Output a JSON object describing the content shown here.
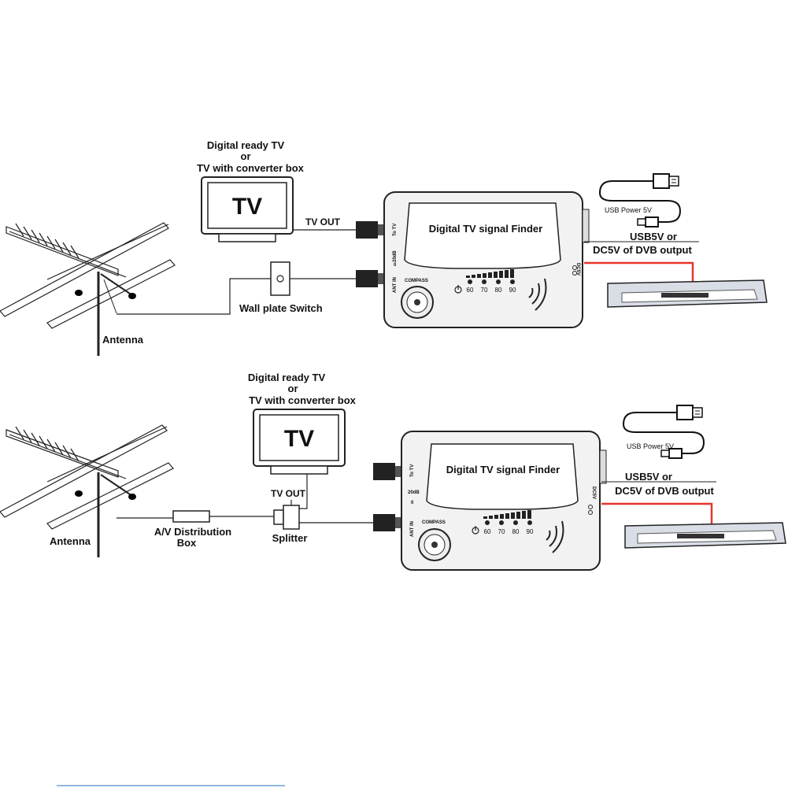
{
  "colors": {
    "line": "#1a1a1a",
    "power_cable": "#e8352b",
    "screen": "#ffffff",
    "device": "#f2f2f2",
    "stb_body": "#d9dde6"
  },
  "diagram_top": {
    "tv_caption": [
      "Digital ready TV",
      "or",
      "TV with converter box"
    ],
    "tv_screen_text": "TV",
    "tv_out_label": "TV OUT",
    "wall_plate_label": "Wall plate Switch",
    "antenna_label": "Antenna",
    "finder_title": "Digital TV signal Finder",
    "port_to_tv": "To TV",
    "port_20db": "20dB",
    "port_0": "0",
    "port_ant_in": "ANT IN",
    "compass_label": "COMPASS",
    "power_icon": "power-icon",
    "meter_scale": [
      "60",
      "70",
      "80",
      "90"
    ],
    "dc_label": "DC5V",
    "usb_power_label": "USB Power 5V",
    "power_caption": [
      "USB5V or",
      "DC5V of DVB output"
    ]
  },
  "diagram_bottom": {
    "tv_caption": [
      "Digital ready TV",
      "or",
      "TV with converter box"
    ],
    "tv_screen_text": "TV",
    "tv_out_label": "TV OUT",
    "distribution_label": [
      "A/V Distribution",
      "Box"
    ],
    "splitter_label": "Splitter",
    "antenna_label": "Antenna",
    "finder_title": "Digital TV signal Finder",
    "port_to_tv": "To TV",
    "port_20db": "20dB",
    "port_0": "0",
    "port_ant_in": "ANT IN",
    "compass_label": "COMPASS",
    "power_icon": "power-icon",
    "meter_scale": [
      "60",
      "70",
      "80",
      "90"
    ],
    "dc_label": "DC5V",
    "usb_power_label": "USB Power 5V",
    "power_caption": [
      "USB5V or",
      "DC5V of DVB output"
    ]
  }
}
